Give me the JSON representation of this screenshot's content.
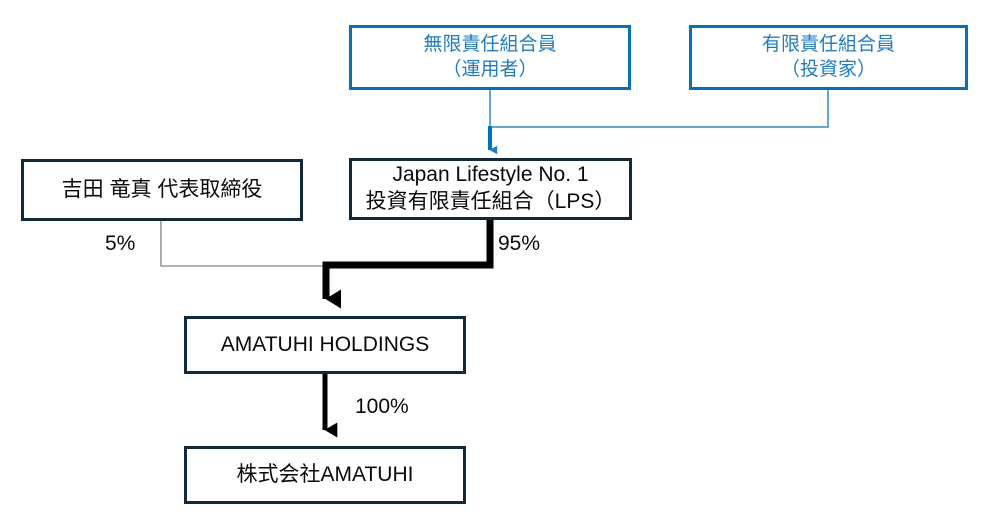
{
  "diagram": {
    "title": "AMATUHI group ownership structure",
    "colors": {
      "blue_border": "#0571BA",
      "blue_text": "#1F7CC4",
      "blue_connector": "#1F7CC4",
      "dark_border": "#12293A",
      "black_connector": "#000000",
      "gray_connector": "#9A9A9A",
      "background": "#FFFFFF"
    },
    "nodes": {
      "general_partner": {
        "line1": "無限責任組合員",
        "line2": "（運用者）"
      },
      "limited_partner": {
        "line1": "有限責任組合員",
        "line2": "（投資家）"
      },
      "lps": {
        "line1": "Japan Lifestyle No. 1",
        "line2": "投資有限責任組合（LPS）"
      },
      "representative": {
        "line1": "吉田 竜真 代表取締役"
      },
      "holdings": {
        "line1": "AMATUHI HOLDINGS"
      },
      "company": {
        "line1": "株式会社AMATUHI"
      }
    },
    "edge_labels": {
      "rep_to_holdings": "5%",
      "lps_to_holdings": "95%",
      "holdings_to_company": "100%"
    }
  }
}
